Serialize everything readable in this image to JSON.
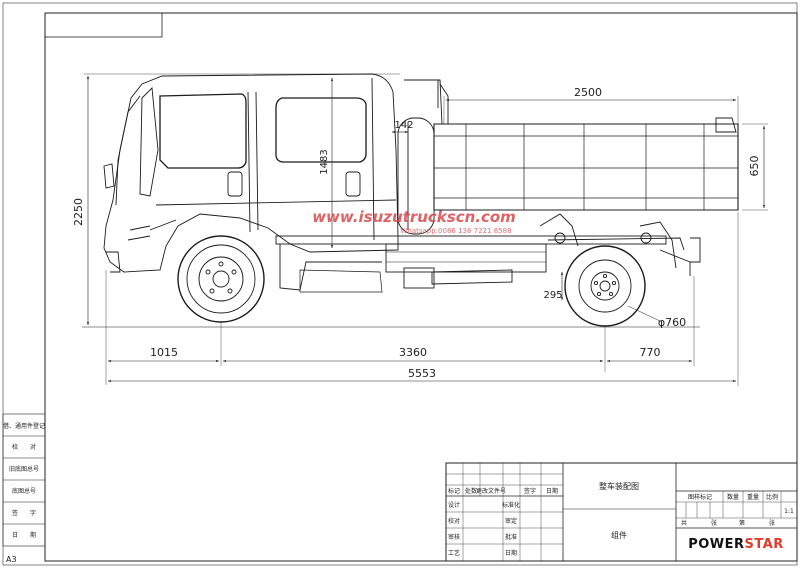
{
  "dimensions": {
    "overall_height": "2250",
    "cargo_length": "2500",
    "gap": "142",
    "cab_height": "1483",
    "side_height": "650",
    "rear_low": "295",
    "wheel_dia": "φ760",
    "front_overhang": "1015",
    "wheelbase": "3360",
    "rear_overhang": "770",
    "overall_length": "5553"
  },
  "watermark": {
    "url": "www.isuzutruckscn.com",
    "contact": "Whatsapp:0086 136 7221 8588"
  },
  "side_panel": {
    "rows": [
      "借、通用件登记",
      "校　　对",
      "旧底图总号",
      "底图总号",
      "签　　字",
      "日　　期"
    ],
    "sheet_size": "A3"
  },
  "title_block": {
    "drawing_name": "整车装配图",
    "part": "组件",
    "revision_headers": [
      "标记",
      "处数",
      "更改文件号",
      "签字",
      "日期"
    ],
    "roles_left": [
      "设计",
      "校对",
      "审核",
      "工艺"
    ],
    "roles_right": [
      "标准化",
      "审定",
      "批准",
      "日期"
    ],
    "info_headers": [
      "图样标记",
      "数量",
      "重量",
      "比例"
    ],
    "scale": "1:1",
    "sheet_info": [
      "共",
      "张",
      "第",
      "张"
    ],
    "logo_left": "POWER",
    "logo_right": "STAR"
  }
}
